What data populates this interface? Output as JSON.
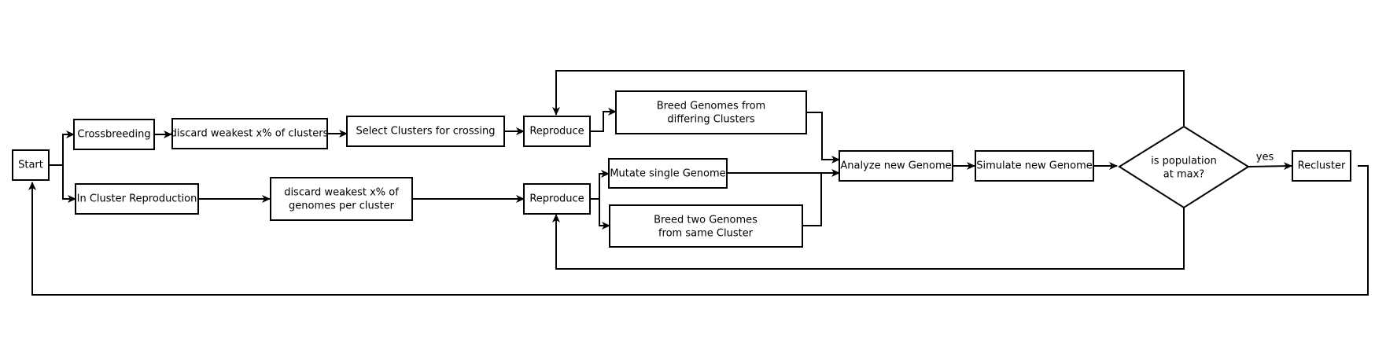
{
  "diagram": {
    "nodes": {
      "start": "Start",
      "crossbreeding": "Crossbreeding",
      "discard_clusters": "discard weakest x% of clusters",
      "select_clusters": "Select Clusters for crossing",
      "reproduce_top": "Reproduce",
      "breed_differing": [
        "Breed Genomes from",
        "differing Clusters"
      ],
      "in_cluster": "In Cluster Reproduction",
      "discard_genomes": [
        "discard weakest x% of",
        "genomes per cluster"
      ],
      "reproduce_bottom": "Reproduce",
      "mutate_single": "Mutate single Genome",
      "breed_same": [
        "Breed two Genomes",
        "from same Cluster"
      ],
      "analyze": "Analyze new Genome",
      "simulate": "Simulate new Genome",
      "decision": [
        "is population",
        "at max?"
      ],
      "recluster": "Recluster"
    },
    "edge_labels": {
      "yes": "yes"
    }
  }
}
